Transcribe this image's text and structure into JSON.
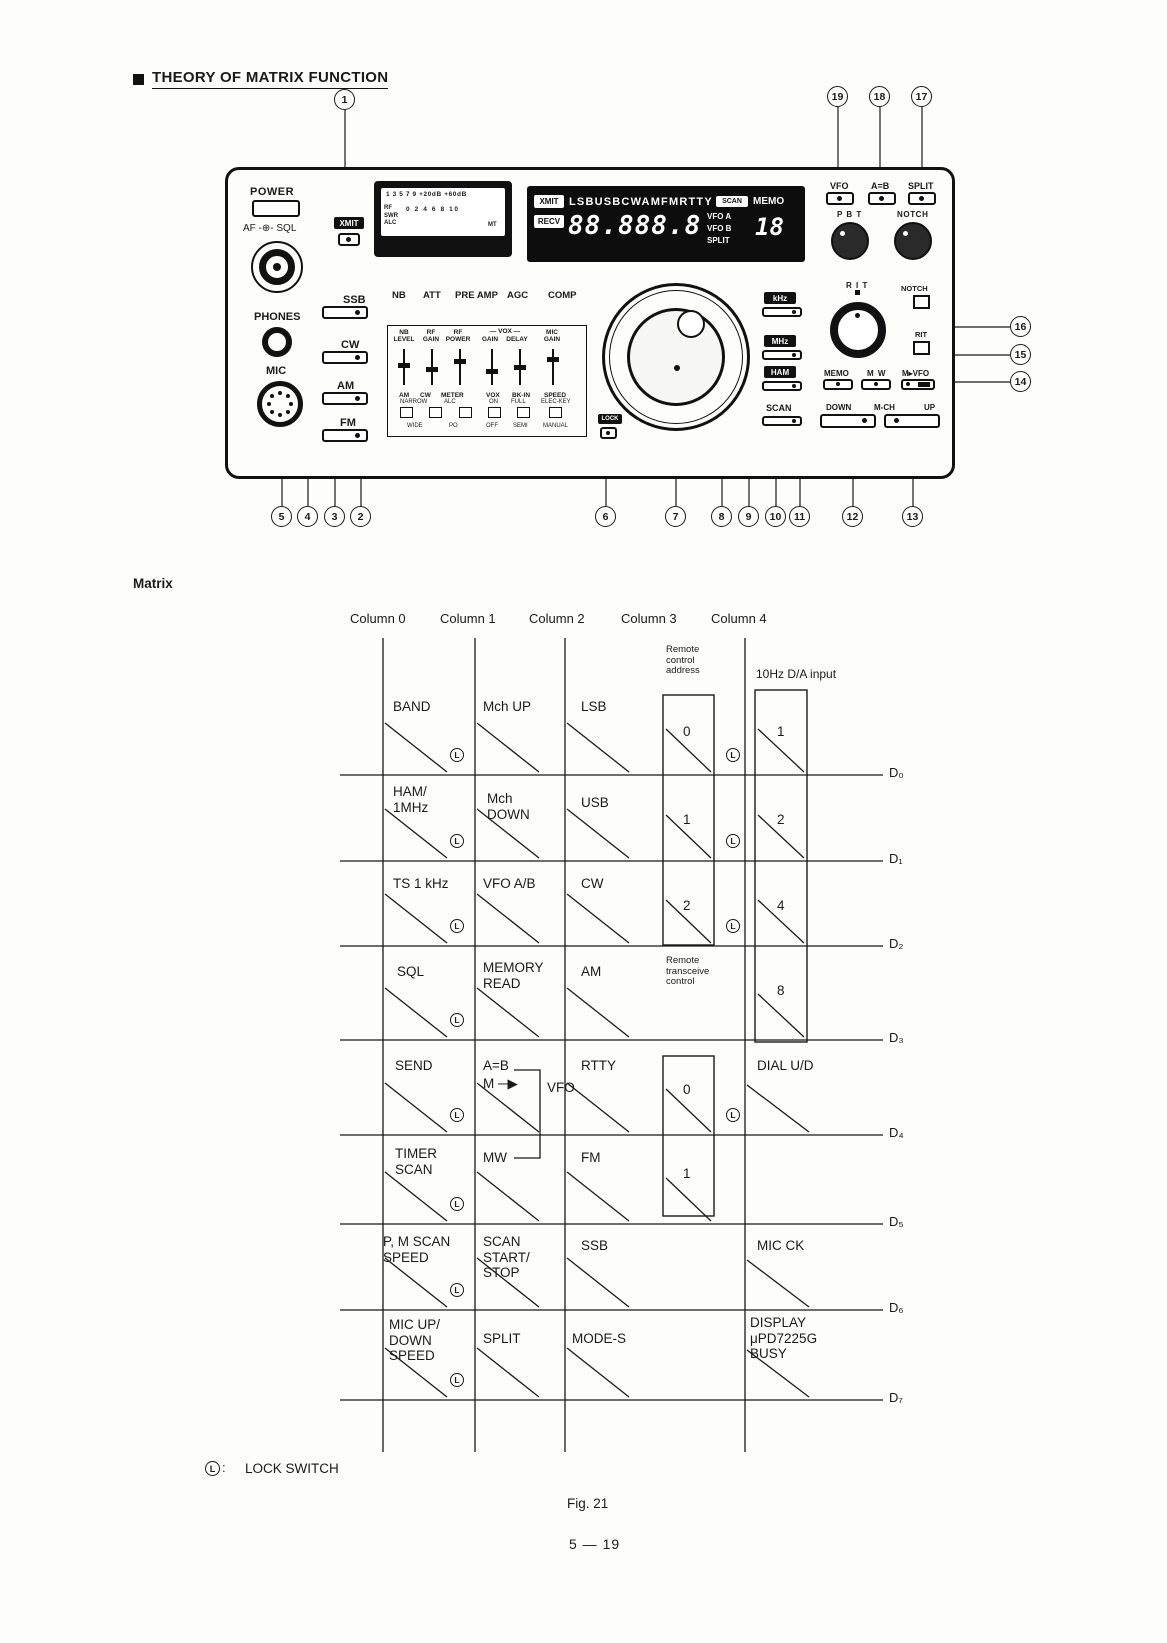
{
  "colors": {
    "ink": "#1a1a1a",
    "paper": "#fdfdfb",
    "display_bg": "#0d0d0d",
    "display_text": "#ffffff"
  },
  "doc": {
    "title": "THEORY OF MATRIX FUNCTION",
    "matrix_heading": "Matrix",
    "fig_caption": "Fig. 21",
    "page_number": "5 — 19",
    "lock_letter": "L",
    "lock_legend_colon": ":",
    "lock_legend_text": "LOCK SWITCH"
  },
  "callouts": {
    "n1": "1",
    "n2": "2",
    "n3": "3",
    "n4": "4",
    "n5": "5",
    "n6": "6",
    "n7": "7",
    "n8": "8",
    "n9": "9",
    "n10": "10",
    "n11": "11",
    "n12": "12",
    "n13": "13",
    "n14": "14",
    "n15": "15",
    "n16": "16",
    "n17": "17",
    "n18": "18",
    "n19": "19"
  },
  "panel": {
    "power_label": "POWER",
    "af_sql_label": "AF -⊕- SQL",
    "phones_label": "PHONES",
    "mic_label": "MIC",
    "xmit_label": "XMIT",
    "meter": {
      "scale_top": "1 3 5 7 9 +20dB +60dB",
      "scale_left": "RF\nSWR\nALC",
      "scale_mid": "0 2 4 6 8 10",
      "scale_right": "MT"
    },
    "display": {
      "xmit_badge": "XMIT",
      "recv_badge": "RECV",
      "mode_row": "LSBUSBCWAMFMRTTY",
      "scan_badge": "SCAN",
      "memo_label": "MEMO",
      "frequency": "88.888.8",
      "vfo_a": "VFO A",
      "vfo_b": "VFO B",
      "split_flag": "SPLIT",
      "memory_channel": "18"
    },
    "mode_buttons": [
      "SSB",
      "CW",
      "AM",
      "FM"
    ],
    "function_row": [
      "NB",
      "ATT",
      "PRE AMP",
      "AGC",
      "COMP"
    ],
    "vox_group_label": "— VOX —",
    "slider_labels_top": [
      "NB\nLEVEL",
      "RF\nGAIN",
      "RF\nPOWER",
      "GAIN",
      "DELAY",
      "MIC\nGAIN"
    ],
    "slider_labels_mid": [
      "AM",
      "CW",
      "METER",
      "VOX",
      "BK-IN",
      "SPEED"
    ],
    "slider_labels_low": [
      "NARROW",
      "ALC",
      "ON",
      "FULL",
      "ELEC-KEY"
    ],
    "slider_labels_bottom": [
      "WIDE",
      "PO",
      "OFF",
      "SEMI",
      "MANUAL"
    ],
    "lock_label": "LOCK",
    "khz_label": "kHz",
    "mhz_label": "MHz",
    "ham_label": "HAM",
    "scan_label": "SCAN",
    "vfo_label": "VFO",
    "a_eq_b_label": "A=B",
    "split_label": "SPLIT",
    "pbt_label": "P B T",
    "notch_label": "NOTCH",
    "rit_label": "R I T",
    "notch_switch_label": "NOTCH",
    "rit_switch_label": "RIT",
    "memo_label": "MEMO",
    "mw_label": "M W",
    "m_vfo_label": "M▸VFO",
    "down_label": "DOWN",
    "m_ch_label": "M-CH",
    "up_label": "UP"
  },
  "matrix": {
    "column_headers": [
      "Column 0",
      "Column 1",
      "Column 2",
      "Column 3",
      "Column 4"
    ],
    "remote_address_note": "Remote\ncontrol\naddress",
    "da_input_note": "10Hz D/A input",
    "remote_transceive_note": "Remote\ntransceive\ncontrol",
    "row_labels": [
      "D₀",
      "D₁",
      "D₂",
      "D₃",
      "D₄",
      "D₅",
      "D₆",
      "D₇"
    ],
    "cells": {
      "r0c0": "BAND",
      "r0c1": "Mch UP",
      "r0c2": "LSB",
      "r0c3": "0",
      "r0c4": "1",
      "r1c0": "HAM/\n1MHz",
      "r1c1": "Mch\nDOWN",
      "r1c2": "USB",
      "r1c3": "1",
      "r1c4": "2",
      "r2c0": "TS 1 kHz",
      "r2c1": "VFO A/B",
      "r2c2": "CW",
      "r2c3": "2",
      "r2c4": "4",
      "r3c0": "SQL",
      "r3c1": "MEMORY\nREAD",
      "r3c2": "AM",
      "r3c4": "8",
      "r4c0": "SEND",
      "r4c1a": "A=B",
      "r4c1b": "M ─▶",
      "r4c1c": "VFO",
      "r4c2": "RTTY",
      "r4c3": "0",
      "r4c4": "DIAL U/D",
      "r5c0": "TIMER\nSCAN",
      "r5c1": "MW",
      "r5c2": "FM",
      "r5c3": "1",
      "r6c0": "P, M SCAN\nSPEED",
      "r6c1": "SCAN\nSTART/\nSTOP",
      "r6c2": "SSB",
      "r6c4": "MIC CK",
      "r7c0": "MIC UP/\nDOWN\nSPEED",
      "r7c1": "SPLIT",
      "r7c2": "MODE-S",
      "r7c4": "DISPLAY\nμPD7225G\nBUSY"
    }
  }
}
